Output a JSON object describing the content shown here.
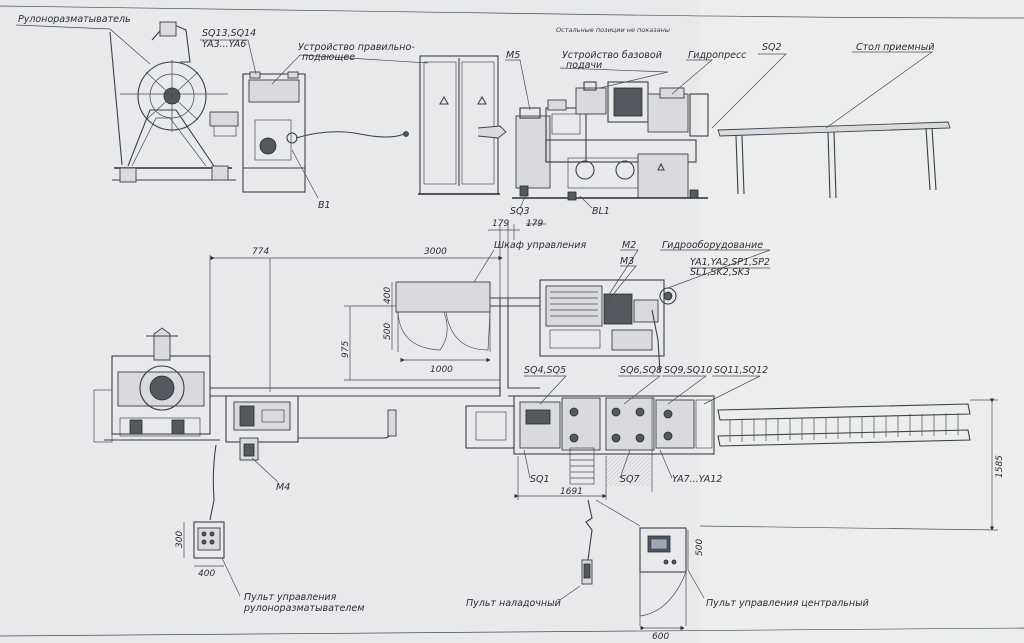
{
  "drawing": {
    "note": "Остальные позиции не показаны",
    "labels": {
      "decoiler": "Рулоноразматыватель",
      "sq13_sq14": "SQ13,SQ14",
      "ya3_ya6": "YA3...YA6",
      "straightener_1": "Устройство правильно-",
      "straightener_2": "подающее",
      "m5": "M5",
      "feeder_1": "Устройство базовой",
      "feeder_2": "подачи",
      "press": "Гидропресс",
      "sq2": "SQ2",
      "table": "Стол приемный",
      "b1": "B1",
      "sq3": "SQ3",
      "bl1": "BL1",
      "cabinet": "Шкаф управления",
      "m2": "M2",
      "m3": "M3",
      "hydraulics": "Гидрооборудование",
      "hyd_list_1": "YA1,YA2,SP1,SP2",
      "hyd_list_2": "SL1,SK2,SK3",
      "sq4_sq5": "SQ4,SQ5",
      "sq6_sq8": "SQ6,SQ8",
      "sq9_sq10": "SQ9,SQ10",
      "sq11_sq12": "SQ11,SQ12",
      "sq1": "SQ1",
      "sq7": "SQ7",
      "ya7_ya12": "YA7...YA12",
      "m4": "M4",
      "decoiler_panel_1": "Пульт управления",
      "decoiler_panel_2": "рулоноразматывателем",
      "setup_panel": "Пульт наладочный",
      "central_panel": "Пульт управления центральный"
    },
    "dimensions": {
      "d774": "774",
      "d3000": "3000",
      "d179a": "179",
      "d179b": "179",
      "d400_cab": "400",
      "d500_cab": "500",
      "d975": "975",
      "d1000": "1000",
      "d1691": "1691",
      "d1585": "1585",
      "d300": "300",
      "d400_panel": "400",
      "d500_central": "500",
      "d600": "600"
    }
  }
}
